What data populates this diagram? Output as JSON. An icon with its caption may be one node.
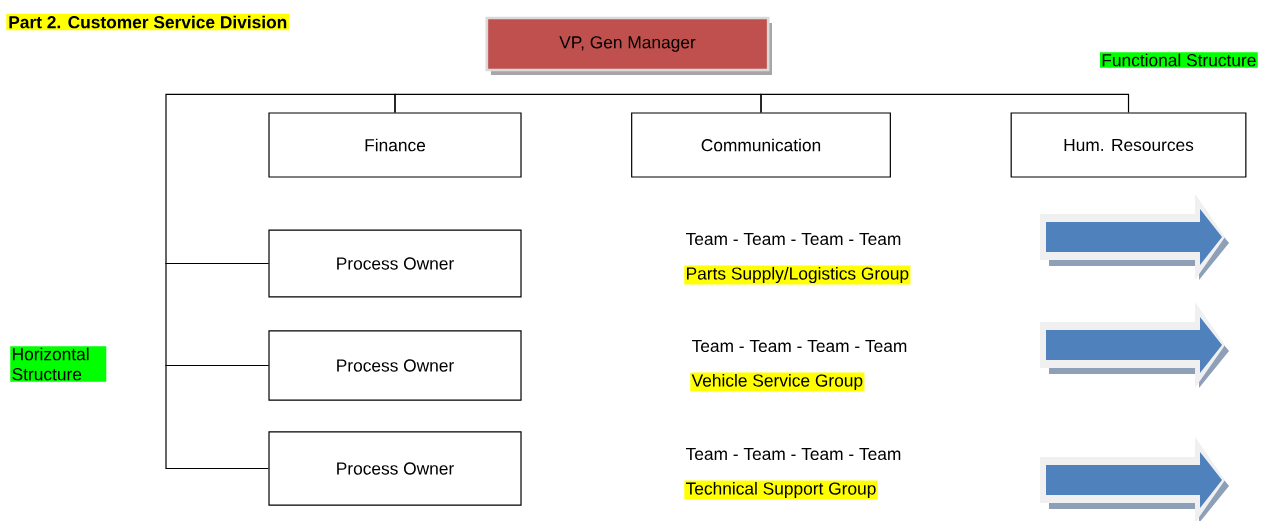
{
  "diagram": {
    "title": "Part 2. Customer Service Division",
    "nodes": [
      {
        "text": [
          "VP, Gen Manager"
        ]
      },
      {
        "text": [
          "Finance"
        ]
      },
      {
        "text": [
          "Communication"
        ]
      },
      {
        "text": [
          "Hum. Resources"
        ]
      },
      {
        "text": [
          "Process Owner"
        ]
      },
      {
        "text": [
          "Process Owner"
        ]
      },
      {
        "text": [
          "Process Owner"
        ]
      }
    ],
    "edges": [
      {
        "from": 1,
        "to": 2,
        "arrow": "none"
      },
      {
        "from": 2,
        "to": 3,
        "arrow": "none"
      },
      {
        "from": 1,
        "to": 4,
        "arrow": "none"
      },
      {
        "from": 4,
        "to": 5,
        "arrow": "none"
      },
      {
        "from": 5,
        "to": 6,
        "arrow": "none"
      }
    ],
    "labels": [
      "Functional Structure",
      "Team - Team - Team - Team",
      "Parts Supply/Logistics Group",
      "Horizontal Structure",
      "Team - Team - Team - Team",
      "Vehicle Service Group",
      "Team - Team - Team  - Team",
      "Technical Support Group"
    ]
  }
}
